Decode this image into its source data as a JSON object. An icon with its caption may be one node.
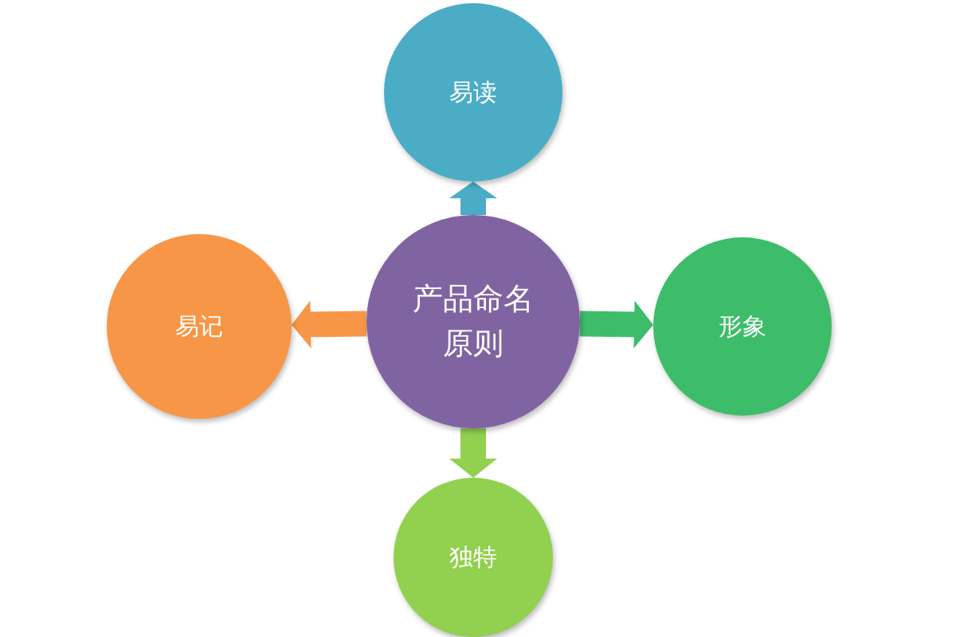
{
  "diagram": {
    "nodes": [
      {
        "text": [
          "易读"
        ]
      },
      {
        "text": [
          "易记"
        ]
      },
      {
        "text": [
          "产品命名原则"
        ]
      },
      {
        "text": [
          "形象"
        ]
      },
      {
        "text": [
          "独特"
        ]
      }
    ],
    "edges": [
      {
        "from": 2,
        "to": 0,
        "arrow": "to"
      },
      {
        "from": 2,
        "to": 1,
        "arrow": "to"
      },
      {
        "from": 2,
        "to": 3,
        "arrow": "to"
      },
      {
        "from": 2,
        "to": 4,
        "arrow": "to"
      }
    ]
  }
}
